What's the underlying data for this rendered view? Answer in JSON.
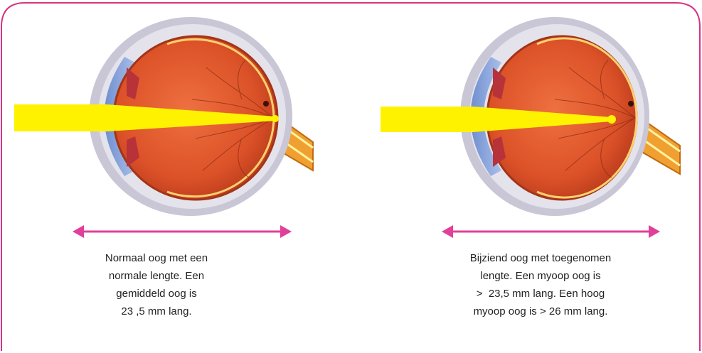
{
  "colors": {
    "border": "#d63384",
    "arrow": "#e0409a",
    "beam": "#fff200",
    "sclera": "#c9c7d6",
    "eyeball": "#e0582a",
    "cornea": "#8aa6dc",
    "iris": "#b8323a",
    "nerve": "#f0a030"
  },
  "eyes": [
    {
      "id": "normal",
      "caption_lines": [
        "Normaal oog met een",
        "normale lengte. Een",
        "gemiddeld oog is",
        "23 ,5 mm lang."
      ]
    },
    {
      "id": "myopic",
      "caption_lines": [
        "Bijziend oog met toegenomen",
        "lengte. Een myoop oog is",
        ">  23,5 mm lang. Een hoog",
        "myoop oog is > 26 mm lang."
      ]
    }
  ]
}
